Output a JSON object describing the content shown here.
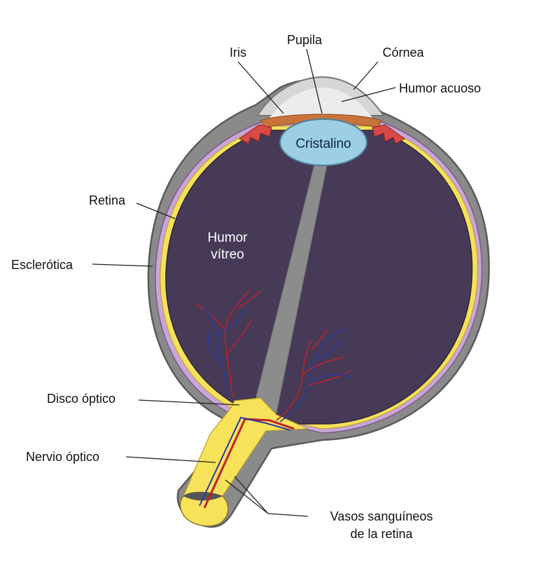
{
  "labels": {
    "pupila": "Pupila",
    "iris": "Iris",
    "cornea": "Córnea",
    "humor_acuoso": "Humor acuoso",
    "cristalino": "Cristalino",
    "retina": "Retina",
    "humor_vitreo_1": "Humor",
    "humor_vitreo_2": "vítreo",
    "esclerotica": "Esclerótica",
    "disco_optico": "Disco óptico",
    "nervio_optico": "Nervio óptico",
    "vasos_1": "Vasos sanguíneos",
    "vasos_2": "de la retina"
  },
  "colors": {
    "sclera": "#8a8a8a",
    "sclera_outline": "#5a5a5a",
    "choroid": "#c8a6d8",
    "retina": "#f5e05a",
    "vitreous": "#463a57",
    "cornea": "#d6d6d6",
    "iris": "#c8733c",
    "ciliary": "#d84a48",
    "lens": "#9ccfe4",
    "nerve": "#f7e25a",
    "artery": "#c0202a",
    "vein": "#2a3aa0"
  }
}
